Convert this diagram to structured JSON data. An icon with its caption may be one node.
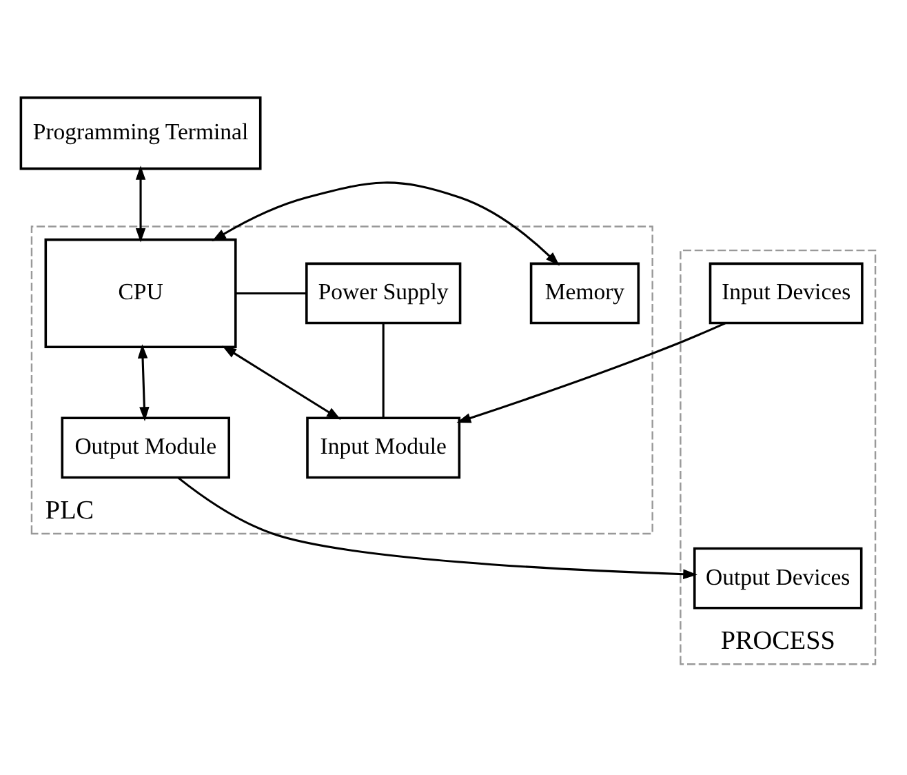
{
  "diagram": {
    "nodes": [
      {
        "text": [
          "Programming Terminal"
        ]
      },
      {
        "text": [
          "PLC"
        ]
      },
      {
        "text": [
          "Power Supply"
        ],
        "in": 1
      },
      {
        "text": [
          "CPU"
        ],
        "in": 1
      },
      {
        "text": [
          "Memory"
        ],
        "in": 1
      },
      {
        "text": [
          "Input Module"
        ],
        "in": 1
      },
      {
        "text": [
          "Output Module"
        ],
        "in": 1
      },
      {
        "text": [
          "PROCESS"
        ]
      },
      {
        "text": [
          "Input Devices"
        ],
        "in": 7
      },
      {
        "text": [
          "Output Devices"
        ],
        "in": 7
      }
    ],
    "edges": [
      {
        "from": 0,
        "to": 3,
        "arrow": "both"
      },
      {
        "from": 2,
        "to": 3,
        "arrow": "none"
      },
      {
        "from": 3,
        "to": 4,
        "arrow": "both"
      },
      {
        "from": 2,
        "to": 5,
        "arrow": "none"
      },
      {
        "from": 3,
        "to": 5,
        "arrow": "both"
      },
      {
        "from": 3,
        "to": 6,
        "arrow": "both"
      },
      {
        "from": 8,
        "to": 5,
        "arrow": "to"
      },
      {
        "from": 6,
        "to": 9,
        "arrow": "to"
      }
    ]
  }
}
